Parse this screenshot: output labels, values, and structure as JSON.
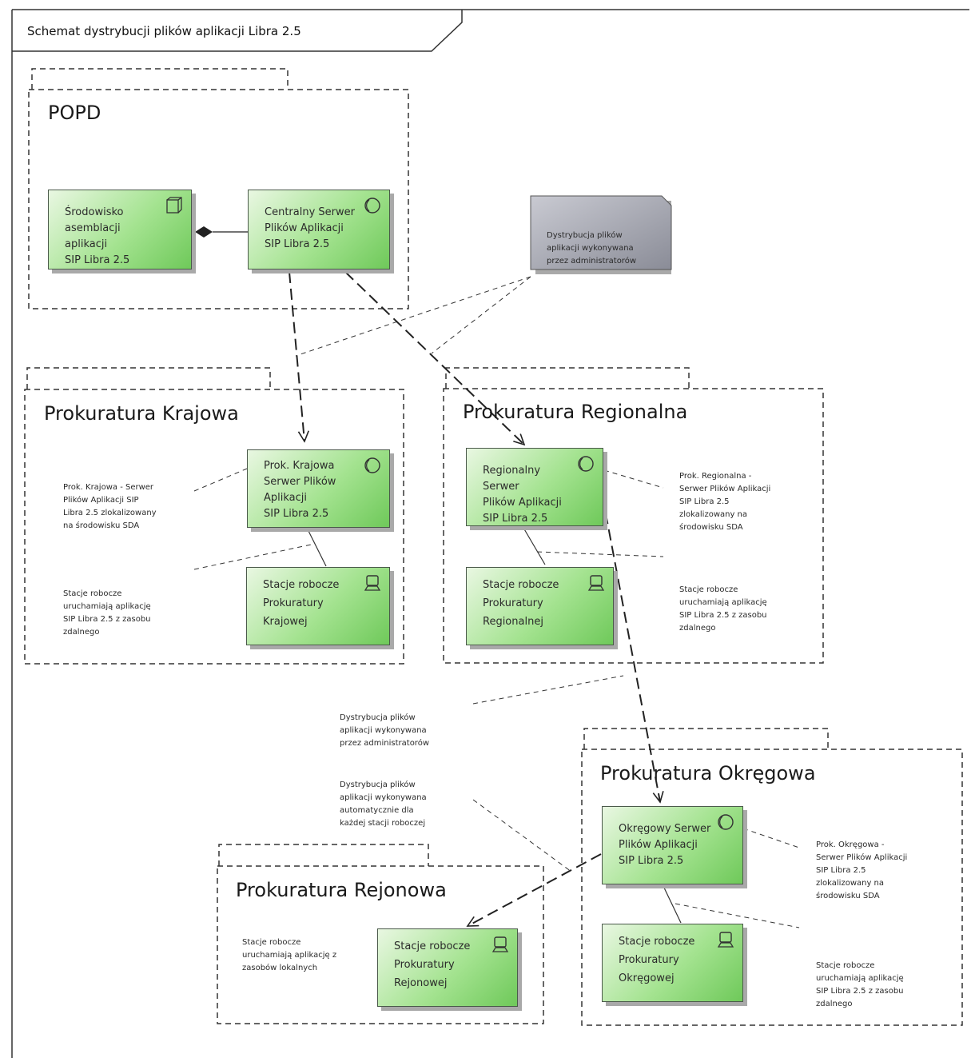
{
  "frame": {
    "title": "Schemat dystrybucji plików aplikacji Libra 2.5"
  },
  "packages": {
    "popd": "POPD",
    "krajowa": "Prokuratura Krajowa",
    "regionalna": "Prokuratura Regionalna",
    "okregowa": "Prokuratura Okręgowa",
    "rejonowa": "Prokuratura Rejonowa"
  },
  "nodes": {
    "assembly": {
      "label": "Środowisko\nasemblacji aplikacji\nSIP Libra 2.5",
      "icon": "component-icon"
    },
    "central": {
      "label": "Centralny Serwer\nPlików Aplikacji\nSIP Libra 2.5",
      "icon": "server-icon"
    },
    "krajowa_server": {
      "label": "Prok. Krajowa\nSerwer Plików\nAplikacji\nSIP Libra 2.5",
      "icon": "server-icon"
    },
    "krajowa_ws": {
      "label": "Stacje robocze\nProkuratury\nKrajowej",
      "icon": "workstation-icon"
    },
    "regionalna_server": {
      "label": "Regionalny Serwer\nPlików Aplikacji\nSIP Libra 2.5",
      "icon": "server-icon"
    },
    "regionalna_ws": {
      "label": "Stacje robocze\nProkuratury\nRegionalnej",
      "icon": "workstation-icon"
    },
    "okregowa_server": {
      "label": "Okręgowy Serwer\nPlików Aplikacji\nSIP Libra 2.5",
      "icon": "server-icon"
    },
    "okregowa_ws": {
      "label": "Stacje robocze\nProkuratury\nOkręgowej",
      "icon": "workstation-icon"
    },
    "rejonowa_ws": {
      "label": "Stacje robocze\nProkuratury\nRejonowej",
      "icon": "workstation-icon"
    }
  },
  "notes": {
    "dist_admin_top": "Dystrybucja plików\naplikacji wykonywana\nprzez administratorów",
    "krajowa_server_note": "Prok. Krajowa - Serwer\nPlików Aplikacji SIP\nLibra 2.5 zlokalizowany\nna środowisku SDA",
    "krajowa_ws_note": "Stacje robocze\nuruchamiają aplikację\nSIP Libra 2.5 z zasobu\nzdalnego",
    "regionalna_server_note": "Prok. Regionalna -\nSerwer Plików Aplikacji\nSIP Libra 2.5\nzlokalizowany na\nśrodowisku SDA",
    "regionalna_ws_note": "Stacje robocze\nuruchamiają aplikację\nSIP Libra 2.5 z zasobu\nzdalnego",
    "dist_admin_mid": "Dystrybucja plików\naplikacji wykonywana\nprzez administratorów",
    "dist_auto": "Dystrybucja plików\naplikacji wykonywana\nautomatycznie dla\nkażdej stacji roboczej",
    "okregowa_server_note": "Prok. Okręgowa -\nSerwer Plików Aplikacji\nSIP Libra 2.5\nzlokalizowany na\nśrodowisku SDA",
    "okregowa_ws_note": "Stacje robocze\nuruchamiają aplikację\nSIP Libra 2.5 z zasobu\nzdalnego",
    "rejonowa_ws_note": "Stacje robocze\nuruchamiają aplikację z\nzasobów lokalnych"
  },
  "colors": {
    "node_fill_light": "#e9f7e2",
    "node_fill_dark": "#6fc95a",
    "note_fill_light": "#c9cad2",
    "note_fill_dark": "#8a8c97",
    "line": "#222222"
  }
}
